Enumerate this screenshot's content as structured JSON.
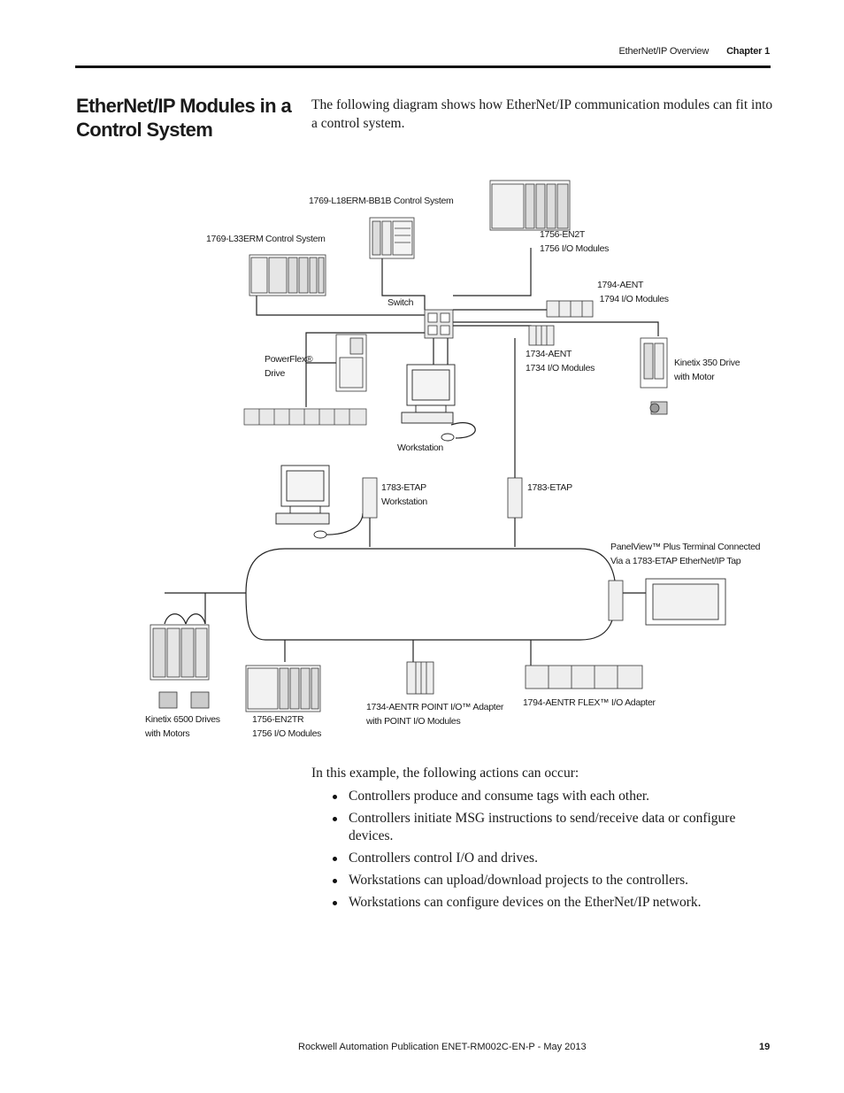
{
  "header": {
    "section": "EtherNet/IP Overview",
    "chapter": "Chapter 1"
  },
  "title": "EtherNet/IP Modules in a Control System",
  "intro": "The following diagram shows how EtherNet/IP communication modules can fit into a control system.",
  "diagram": {
    "l18": "1769-L18ERM-BB1B Control System",
    "l33": "1769-L33ERM Control System",
    "en2t": "1756-EN2T\n1756 I/O Modules",
    "switch": "Switch",
    "aent1794": "1794-AENT\n 1794 I/O Modules",
    "aent1734": "1734-AENT\n1734 I/O Modules",
    "powerflex": "PowerFlex®\nDrive",
    "kinetix350": "Kinetix 350 Drive\nwith Motor",
    "workstation": "Workstation",
    "etap_ws": "1783-ETAP\nWorkstation",
    "etap": "1783-ETAP",
    "panelview": "PanelView™ Plus Terminal Connected\nVia a 1783-ETAP EtherNet/IP Tap",
    "kinetix6500": "Kinetix 6500 Drives\nwith Motors",
    "en2tr": "1756-EN2TR\n1756 I/O Modules",
    "aentr1734": "1734-AENTR POINT I/O™ Adapter\nwith POINT I/O Modules",
    "aentr1794": "1794-AENTR FLEX™ I/O Adapter"
  },
  "body": {
    "lead": "In this example, the following actions can occur:",
    "bullets": [
      "Controllers produce and consume tags with each other.",
      "Controllers initiate MSG instructions to send/receive data or configure devices.",
      "Controllers control I/O and drives.",
      "Workstations can upload/download projects to the controllers.",
      "Workstations can configure devices on the EtherNet/IP network."
    ]
  },
  "footer": {
    "publication": "Rockwell Automation Publication ENET-RM002C-EN-P - May 2013",
    "page": "19"
  }
}
